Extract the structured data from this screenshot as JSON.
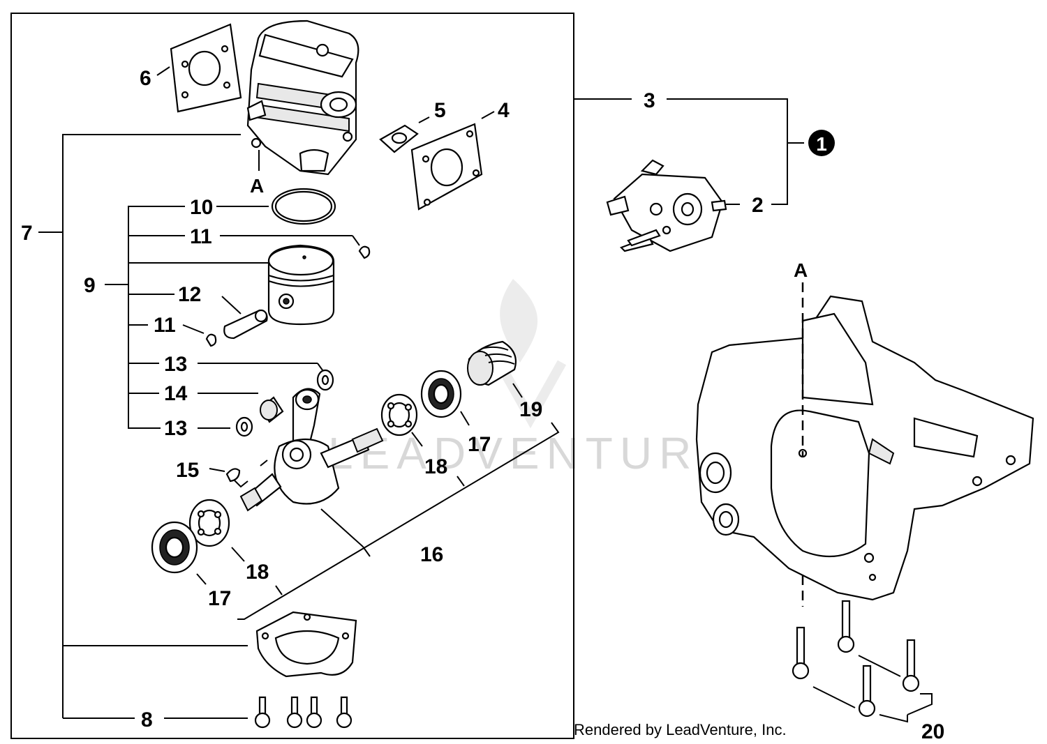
{
  "diagram": {
    "callouts": {
      "c1": "1",
      "c2": "2",
      "c3": "3",
      "c4": "4",
      "c5": "5",
      "c6": "6",
      "c7": "7",
      "c8": "8",
      "c9": "9",
      "c10": "10",
      "c11a": "11",
      "c11b": "11",
      "c12": "12",
      "c13a": "13",
      "c13b": "13",
      "c14": "14",
      "c15": "15",
      "c16": "16",
      "c17a": "17",
      "c17b": "17",
      "c18a": "18",
      "c18b": "18",
      "c19": "19",
      "c20": "20"
    },
    "markers": {
      "a_left": "A",
      "a_right": "A"
    },
    "watermark": "LEADVENTURE",
    "credit": "Rendered by LeadVenture, Inc."
  }
}
